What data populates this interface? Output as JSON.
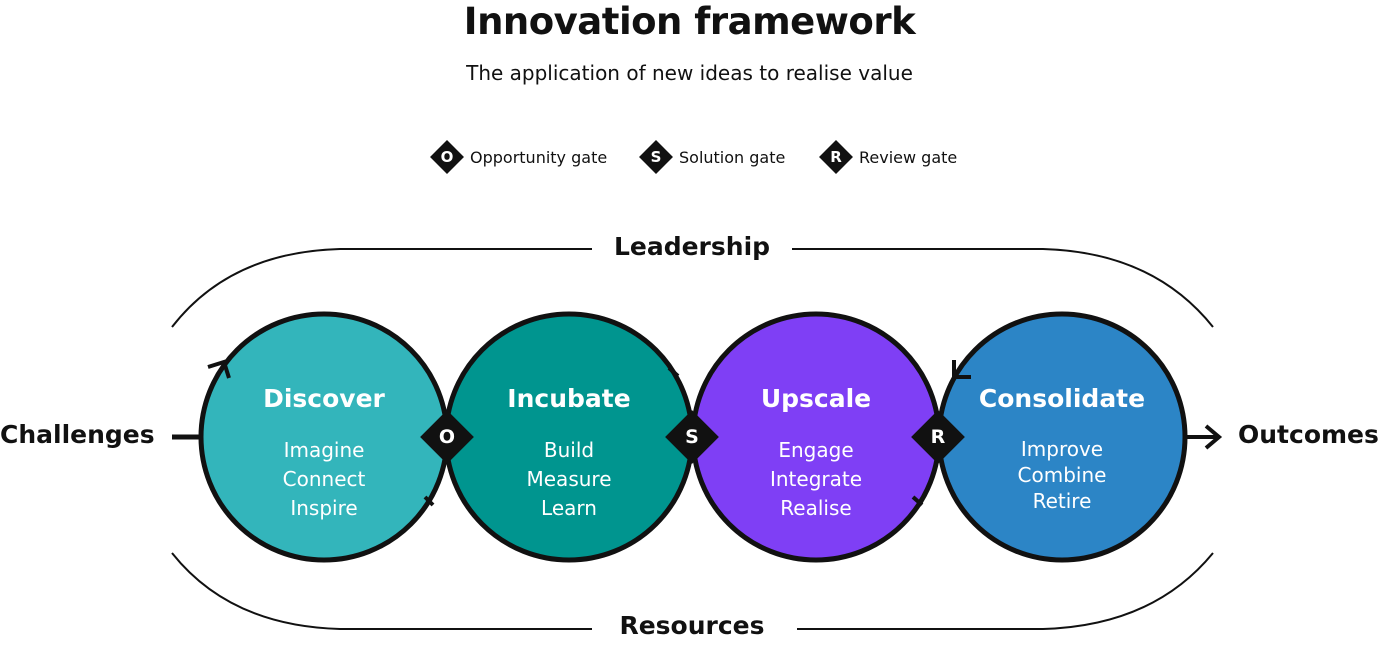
{
  "title": "Innovation framework",
  "subtitle": "The application of new ideas to realise value",
  "legend": [
    {
      "letter": "O",
      "label": "Opportunity gate"
    },
    {
      "letter": "S",
      "label": "Solution gate"
    },
    {
      "letter": "R",
      "label": "Review gate"
    }
  ],
  "top_label": "Leadership",
  "bottom_label": "Resources",
  "input_label": "Challenges",
  "output_label": "Outcomes",
  "stages": [
    {
      "name": "Discover",
      "items": [
        "Imagine",
        "Connect",
        "Inspire"
      ],
      "color": "#33b5bb"
    },
    {
      "name": "Incubate",
      "items": [
        "Build",
        "Measure",
        "Learn"
      ],
      "color": "#00958f"
    },
    {
      "name": "Upscale",
      "items": [
        "Engage",
        "Integrate",
        "Realise"
      ],
      "color": "#7f3ff5"
    },
    {
      "name": "Consolidate",
      "items": [
        "Improve",
        "Combine",
        "Retire"
      ],
      "color": "#2c85c6"
    }
  ],
  "gates": [
    "O",
    "S",
    "R"
  ]
}
